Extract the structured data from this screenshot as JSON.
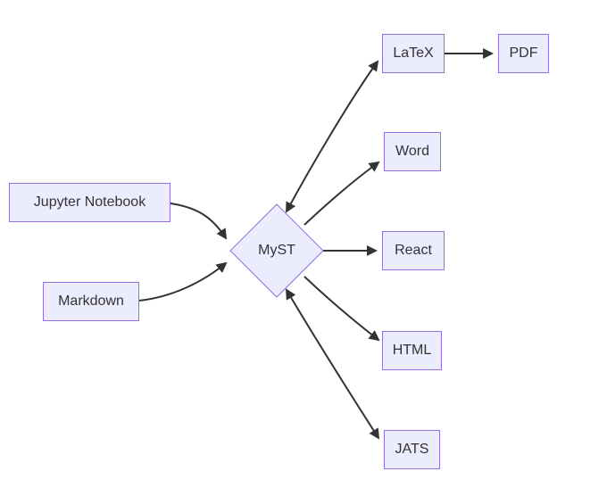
{
  "diagram": {
    "type": "flowchart",
    "direction": "left-to-right",
    "nodes": {
      "jupyter": {
        "label": "Jupyter Notebook",
        "shape": "rectangle"
      },
      "markdown": {
        "label": "Markdown",
        "shape": "rectangle"
      },
      "myst": {
        "label": "MyST",
        "shape": "diamond"
      },
      "latex": {
        "label": "LaTeX",
        "shape": "rectangle"
      },
      "pdf": {
        "label": "PDF",
        "shape": "rectangle"
      },
      "word": {
        "label": "Word",
        "shape": "rectangle"
      },
      "react": {
        "label": "React",
        "shape": "rectangle"
      },
      "html": {
        "label": "HTML",
        "shape": "rectangle"
      },
      "jats": {
        "label": "JATS",
        "shape": "rectangle"
      }
    },
    "edges": [
      {
        "from": "Jupyter Notebook",
        "to": "MyST",
        "arrow": "forward"
      },
      {
        "from": "Markdown",
        "to": "MyST",
        "arrow": "forward"
      },
      {
        "from": "MyST",
        "to": "LaTeX",
        "arrow": "bidirectional"
      },
      {
        "from": "LaTeX",
        "to": "PDF",
        "arrow": "forward"
      },
      {
        "from": "MyST",
        "to": "Word",
        "arrow": "forward"
      },
      {
        "from": "MyST",
        "to": "React",
        "arrow": "forward"
      },
      {
        "from": "MyST",
        "to": "HTML",
        "arrow": "forward"
      },
      {
        "from": "MyST",
        "to": "JATS",
        "arrow": "bidirectional"
      }
    ],
    "colors": {
      "background": "#ffffff",
      "node_fill": "#ECECFF",
      "node_border": "#9370DB",
      "edge": "#333333",
      "text": "#333333"
    }
  }
}
